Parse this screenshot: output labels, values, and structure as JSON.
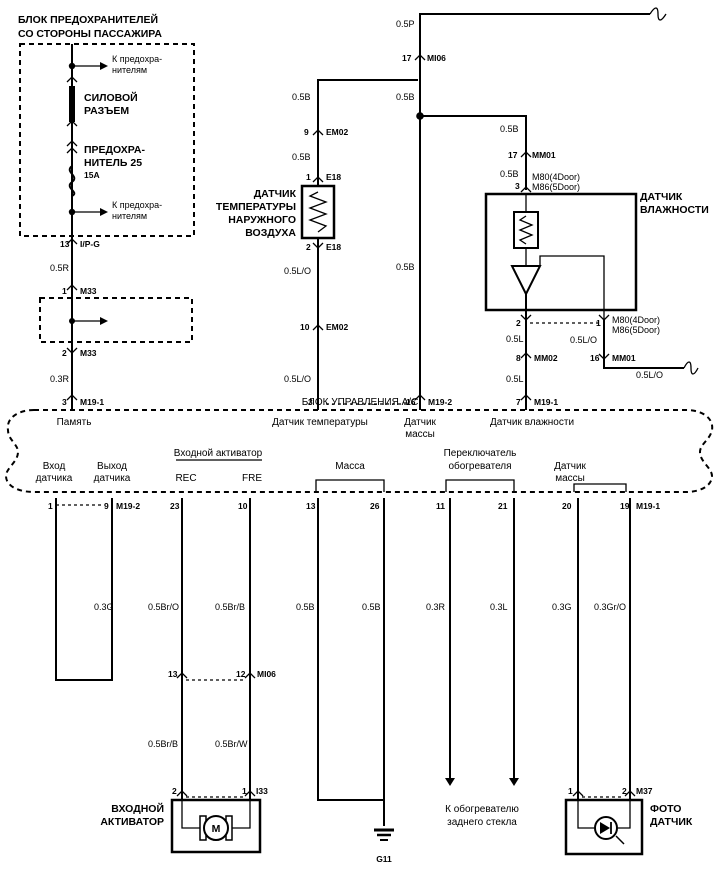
{
  "fuse_box": {
    "title_line1": "БЛОК ПРЕДОХРАНИТЕЛЕЙ",
    "title_line2": "СО СТОРОНЫ ПАССАЖИРА",
    "to_fuses_1_line1": "К предохра-",
    "to_fuses_1_line2": "нителям",
    "power_connector_line1": "СИЛОВОЙ",
    "power_connector_line2": "РАЗЪЕМ",
    "fuse_line1": "ПРЕДОХРА-",
    "fuse_line2": "НИТЕЛЬ 25",
    "fuse_rating": "15A",
    "to_fuses_2_line1": "К предохра-",
    "to_fuses_2_line2": "нителям"
  },
  "left_wire": {
    "pin_13": "13",
    "conn_ipg": "I/P-G",
    "wire_05r": "0.5R",
    "pin_1": "1",
    "conn_m33_a": "M33",
    "pin_2": "2",
    "conn_m33_b": "M33",
    "wire_03r": "0.3R",
    "pin_3": "3",
    "conn_m191": "M19-1"
  },
  "temp_sensor": {
    "wire_05b_top": "0.5B",
    "pin_9": "9",
    "conn_em02_a": "EM02",
    "wire_05b_mid": "0.5B",
    "pin_1": "1",
    "conn_e18_a": "E18",
    "label_line1": "ДАТЧИК",
    "label_line2": "ТЕМПЕРАТУРЫ",
    "label_line3": "НАРУЖНОГО",
    "label_line4": "ВОЗДУХА",
    "pin_2": "2",
    "conn_e18_b": "E18",
    "wire_05lo_a": "0.5L/O",
    "pin_10": "10",
    "conn_em02_b": "EM02",
    "wire_05lo_b": "0.5L/O",
    "pin_3": "3"
  },
  "ground_wire": {
    "wire_05p": "0.5P",
    "pin_17": "17",
    "conn_mi06": "MI06",
    "wire_05b_a": "0.5B",
    "wire_05b_b": "0.5B",
    "pin_16": "16",
    "conn_m192": "M19-2"
  },
  "humidity_sensor": {
    "wire_05b": "0.5B",
    "pin_17": "17",
    "conn_mm01": "MM01",
    "wire_05b_b": "0.5B",
    "pin_3": "3",
    "conn_m80_4door": "M80(4Door)",
    "conn_m86_5door": "M86(5Door)",
    "label_line1": "ДАТЧИК",
    "label_line2": "ВЛАЖНОСТИ",
    "pin_2": "2",
    "pin_1": "1",
    "conn_m80_4door_b": "M80(4Door)",
    "conn_m86_5door_b": "M86(5Door)",
    "wire_05l": "0.5L",
    "wire_05lo": "0.5L/O",
    "pin_8": "8",
    "conn_mm02": "MM02",
    "pin_16": "16",
    "conn_mm01_b": "MM01",
    "wire_05lo_b": "0.5L/O",
    "wire_05l_b": "0.5L",
    "pin_7": "7",
    "conn_m191": "M19-1"
  },
  "ac_unit": {
    "title": "БЛОК УПРАВЛЕНИЯ А/С",
    "memory": "Память",
    "temp_sensor": "Датчик температуры",
    "mass_sensor_line1": "Датчик",
    "mass_sensor_line2": "массы",
    "humidity_sensor": "Датчик влажности",
    "sensor_input_line1": "Вход",
    "sensor_input_line2": "датчика",
    "sensor_output_line1": "Выход",
    "sensor_output_line2": "датчика",
    "input_actuator": "Входной активатор",
    "rec": "REC",
    "fre": "FRE",
    "ground": "Масса",
    "heater_switch_line1": "Переключатель",
    "heater_switch_line2": "обогревателя",
    "mass_sensor2_line1": "Датчик",
    "mass_sensor2_line2": "массы"
  },
  "bottom_pins": {
    "p1": "1",
    "p9": "9",
    "conn_m192": "M19-2",
    "p23": "23",
    "p10": "10",
    "p13": "13",
    "p26": "26",
    "p11": "11",
    "p21": "21",
    "p20": "20",
    "p19": "19",
    "conn_m191": "M19-1"
  },
  "bottom_wires": {
    "w03g_a": "0.3G",
    "w05bro": "0.5Br/O",
    "w05brb": "0.5Br/B",
    "w05b_a": "0.5B",
    "w05b_b": "0.5B",
    "w03r": "0.3R",
    "w03l": "0.3L",
    "w03g_b": "0.3G",
    "w03gro": "0.3Gr/O",
    "pin_13": "13",
    "pin_12": "12",
    "conn_mi06": "MI06",
    "w05brb_2": "0.5Br/B",
    "w05brw": "0.5Br/W"
  },
  "actuator": {
    "pin_2": "2",
    "pin_1": "1",
    "conn_i33": "I33",
    "label_line1": "ВХОДНОЙ",
    "label_line2": "АКТИВАТОР",
    "motor": "M"
  },
  "rear_heater": {
    "label_line1": "К обогревателю",
    "label_line2": "заднего стекла"
  },
  "ground_point": {
    "label": "G11"
  },
  "photo_sensor": {
    "pin_1": "1",
    "pin_2": "2",
    "conn_m37": "M37",
    "label_line1": "ФОТО",
    "label_line2": "ДАТЧИК"
  }
}
